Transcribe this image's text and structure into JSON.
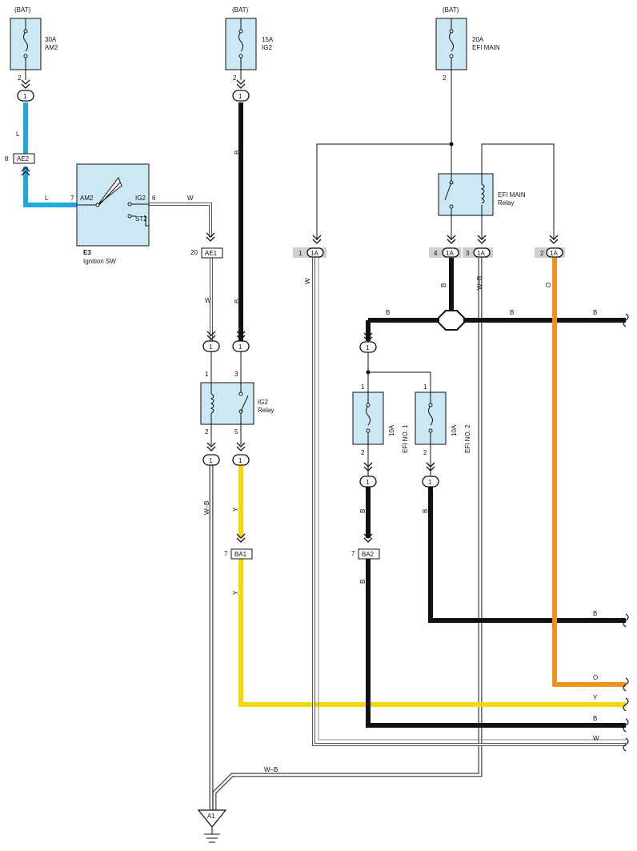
{
  "fuses": {
    "am2": {
      "source": "(BAT)",
      "rating": "30A",
      "name": "AM2",
      "pin": "2"
    },
    "ig2": {
      "source": "(BAT)",
      "rating": "15A",
      "name": "IG2",
      "pin": "2"
    },
    "efi_main": {
      "source": "(BAT)",
      "rating": "20A",
      "name": "EFI MAIN",
      "pin": "2"
    },
    "efi1": {
      "rating": "10A",
      "name": "EFI NO. 1",
      "pin_top": "1",
      "pin_bottom": "2"
    },
    "efi2": {
      "rating": "10A",
      "name": "EFI NO. 2",
      "pin_top": "1",
      "pin_bottom": "2"
    }
  },
  "ignition_switch": {
    "code": "E3",
    "name": "Ignition SW",
    "am2": "AM2",
    "ig2": "IG2",
    "st2": "ST2",
    "pin_am2": "7",
    "pin_ig2": "6"
  },
  "relays": {
    "ig2": {
      "name": "IG2",
      "sub": "Relay",
      "pins": [
        "1",
        "3",
        "2",
        "5"
      ]
    },
    "efi_main": {
      "name": "EFI MAIN",
      "sub": "Relay"
    }
  },
  "connectors": {
    "one": "1",
    "ae2": {
      "label": "AE2",
      "pin": "8"
    },
    "ae1": {
      "label": "AE1",
      "pin": "20"
    },
    "ba1": {
      "label": "BA1",
      "pin": "7"
    },
    "ba2": {
      "label": "BA2",
      "pin": "7"
    },
    "j1a": {
      "label": "1A",
      "pins": [
        "1",
        "4",
        "3",
        "2"
      ]
    },
    "ground": "A1"
  },
  "wires": {
    "L": "L",
    "W": "W",
    "B": "B",
    "Y": "Y",
    "O": "O",
    "WB": "W–B"
  },
  "colors": {
    "blue": "#1ea7e1",
    "black": "#111111",
    "yellow": "#f8d800",
    "orange": "#f0911f",
    "box": "#cce8f4"
  }
}
